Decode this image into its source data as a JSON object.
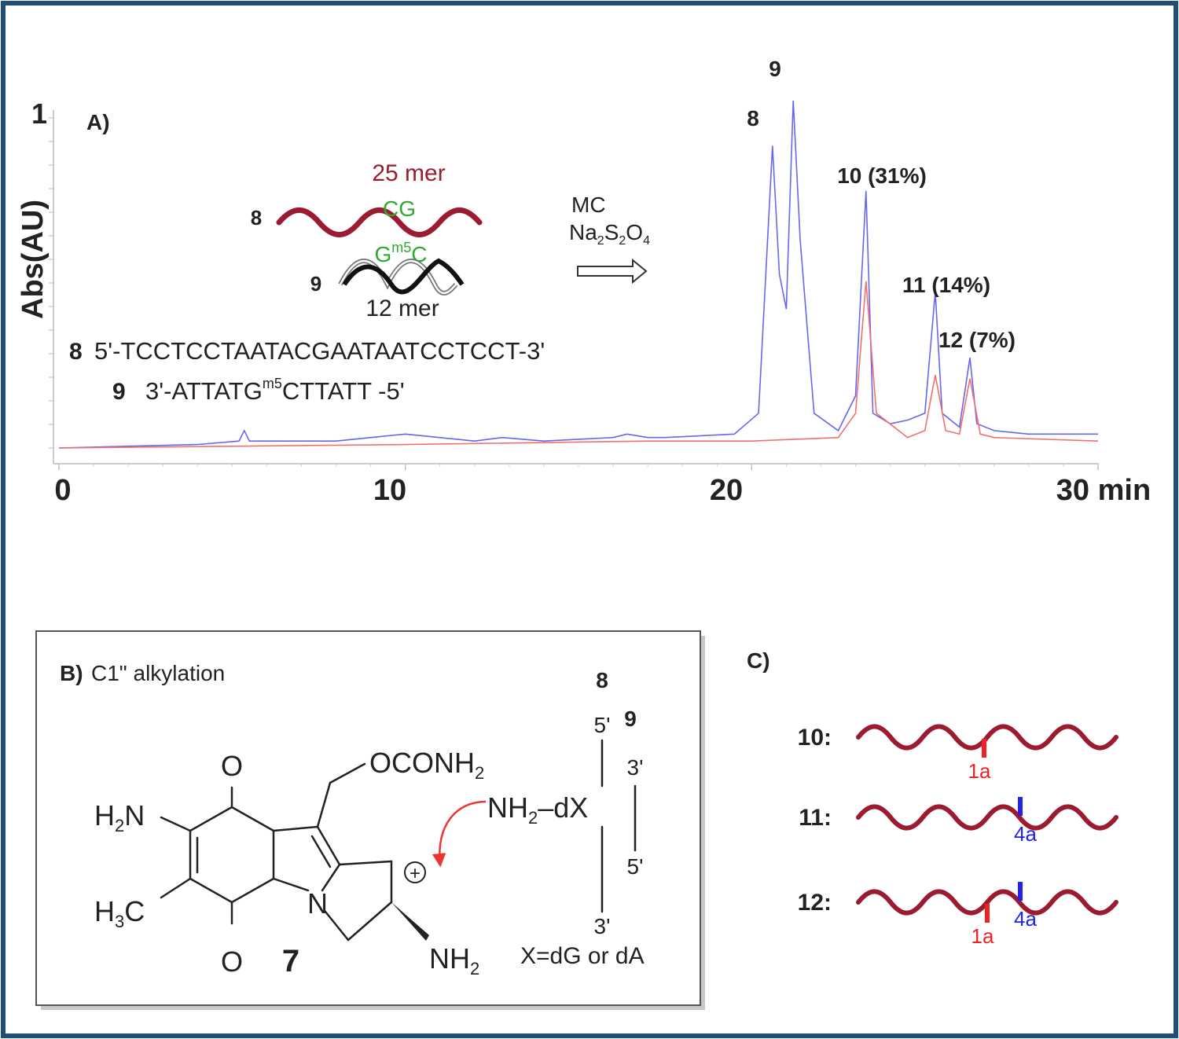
{
  "colors": {
    "frame": "#1f4e79",
    "blue_trace": "#6666ee",
    "red_trace": "#f07070",
    "dna_wine": "#9b1b30",
    "green_label": "#2eaa2e",
    "adduct_1a": "#ee2222",
    "adduct_4a": "#2222ee",
    "arrow_red": "#ee3333"
  },
  "panel_a": {
    "label": "A)",
    "y_axis_label": "Abs(AU)",
    "y_tick_top": "1",
    "x_ticks": [
      "0",
      "10",
      "20",
      "30 min"
    ],
    "peak_labels": [
      "8",
      "9",
      "10 (31%)",
      "11 (14%)",
      "12 (7%)"
    ],
    "scheme": {
      "strand8_length": "25 mer",
      "strand8_num": "8",
      "strand8_site": "CG",
      "strand9_site_g": "G",
      "strand9_site_sup": "m5",
      "strand9_site_c": "C",
      "strand9_num": "9",
      "strand9_length": "12 mer",
      "reagent1": "MC",
      "reagent2_prefix": "Na",
      "reagent2_s": "S",
      "reagent2_o": "O",
      "reagent2_sub1": "2",
      "reagent2_sub2": "2",
      "reagent2_sub3": "4"
    },
    "seq8_num": "8",
    "seq8": "5'-TCCTCCTAATACGAATAATCCTCCT-3'",
    "seq9_num": "9",
    "seq9_a": "3'-ATTATG",
    "seq9_sup": "m5",
    "seq9_b": "CTTATT -5'"
  },
  "panel_b": {
    "label": "B)",
    "title": "C1\" alkylation",
    "o_top": "O",
    "o_bottom": "O",
    "h2n_h": "H",
    "h2n_sub": "2",
    "h2n_n": "N",
    "h3c_h": "H",
    "h3c_sub": "3",
    "h3c_c": "C",
    "ring_n": "N",
    "ocon": "OCONH",
    "ocon_sub": "2",
    "plus": "+",
    "nh2_bottom": "NH",
    "nh2_bottom_sub": "2",
    "compound_num": "7",
    "nu_nh": "NH",
    "nu_sub": "2",
    "nu_dx": "–dX",
    "strand8_num": "8",
    "strand9_num": "9",
    "end_5a": "5'",
    "end_3a": "3'",
    "end_3b": "3'",
    "end_5b": "5'",
    "x_note": "X=dG or dA"
  },
  "panel_c": {
    "label": "C)",
    "rows": [
      {
        "id": "10:",
        "adducts": [
          {
            "name": "1a",
            "kind": "1a"
          }
        ]
      },
      {
        "id": "11:",
        "adducts": [
          {
            "name": "4a",
            "kind": "4a"
          }
        ]
      },
      {
        "id": "12:",
        "adducts": [
          {
            "name": "1a",
            "kind": "1a"
          },
          {
            "name": "4a",
            "kind": "4a"
          }
        ]
      }
    ]
  },
  "chart_data": {
    "type": "line",
    "title": "",
    "xlabel": "min",
    "ylabel": "Abs(AU)",
    "xlim": [
      0,
      30
    ],
    "ylim": [
      0,
      1
    ],
    "x_ticks": [
      0,
      10,
      20,
      30
    ],
    "series": [
      {
        "x": [
          0,
          4,
          5.2,
          5.35,
          5.5,
          8,
          10,
          12,
          12.8,
          14,
          16,
          16.4,
          17,
          17.5,
          19.5,
          20.2,
          20.6,
          20.8,
          21,
          21.2,
          21.4,
          21.8,
          22.5,
          23,
          23.3,
          23.5,
          24,
          24.5,
          25,
          25.3,
          25.5,
          26,
          26.3,
          26.5,
          27,
          28,
          30
        ],
        "y": [
          0.0,
          0.01,
          0.02,
          0.05,
          0.02,
          0.02,
          0.04,
          0.02,
          0.03,
          0.02,
          0.03,
          0.04,
          0.03,
          0.03,
          0.04,
          0.1,
          0.87,
          0.5,
          0.4,
          1.0,
          0.6,
          0.1,
          0.05,
          0.15,
          0.74,
          0.1,
          0.07,
          0.08,
          0.1,
          0.45,
          0.1,
          0.06,
          0.26,
          0.07,
          0.05,
          0.04,
          0.04
        ]
      },
      {
        "x": [
          0,
          10,
          17,
          20,
          22.5,
          23,
          23.3,
          23.6,
          24.5,
          25,
          25.3,
          25.6,
          26,
          26.3,
          26.6,
          27,
          30
        ],
        "y": [
          0.0,
          0.01,
          0.02,
          0.02,
          0.03,
          0.1,
          0.48,
          0.1,
          0.03,
          0.05,
          0.21,
          0.05,
          0.04,
          0.2,
          0.04,
          0.03,
          0.02
        ]
      }
    ],
    "annotations": [
      "8",
      "9",
      "10 (31%)",
      "11 (14%)",
      "12 (7%)"
    ]
  }
}
